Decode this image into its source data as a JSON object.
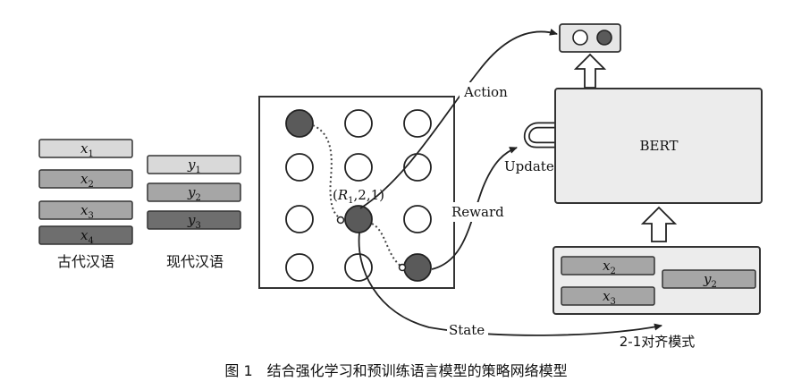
{
  "figure": {
    "caption": "图 1　结合强化学习和预训练语言模型的策略网络模型"
  },
  "ancient_sentence": {
    "label": "古代汉语",
    "tokens": [
      {
        "base": "x",
        "sub": "1"
      },
      {
        "base": "x",
        "sub": "2"
      },
      {
        "base": "x",
        "sub": "3"
      },
      {
        "base": "x",
        "sub": "4"
      }
    ]
  },
  "modern_sentence": {
    "label": "现代汉语",
    "tokens": [
      {
        "base": "y",
        "sub": "1"
      },
      {
        "base": "y",
        "sub": "2"
      },
      {
        "base": "y",
        "sub": "3"
      }
    ]
  },
  "grid": {
    "state_label": "(R1,2,1)",
    "state_parts": {
      "open": "(",
      "base": "R",
      "sub": "1",
      "rest": ",2,1)"
    }
  },
  "arrows": {
    "action": "Action",
    "reward": "Reward",
    "update": "Update",
    "state": "State"
  },
  "bert": {
    "label": "BERT"
  },
  "alignment": {
    "label": "2-1对齐模式",
    "left_tokens": [
      {
        "base": "x",
        "sub": "2"
      },
      {
        "base": "x",
        "sub": "3"
      }
    ],
    "right_tokens": [
      {
        "base": "y",
        "sub": "2"
      }
    ]
  },
  "colors": {
    "light_bar": "#d9d9d9",
    "mid_bar": "#a6a6a6",
    "dark_bar": "#6e6e6e",
    "dark_node": "#5a5a5a",
    "bert_fill": "#ececec"
  }
}
